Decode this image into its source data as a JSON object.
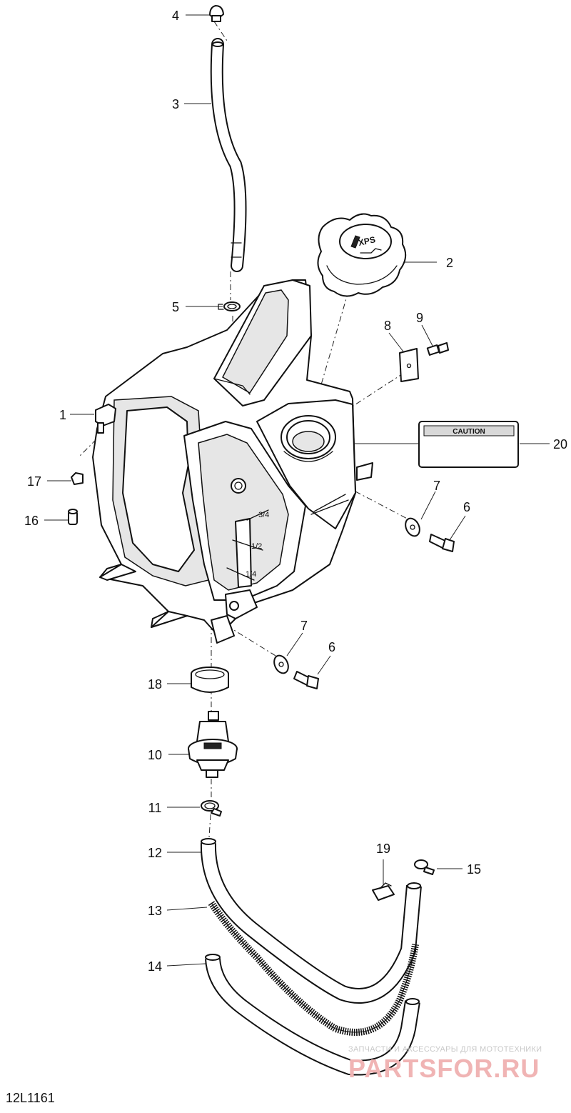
{
  "diagram": {
    "drawing_number": "12L1161",
    "caution_label": "CAUTION",
    "cap_logo": "XPS",
    "gauge_marks": [
      "3/4",
      "1/2",
      "1/4"
    ],
    "watermark_tagline": "ЗАПЧАСТИ И АКСЕССУАРЫ ДЛЯ МОТОТЕХНИКИ",
    "watermark_logo": "PARTSFOR.RU",
    "callouts": [
      {
        "id": "c4",
        "label": "4"
      },
      {
        "id": "c3",
        "label": "3"
      },
      {
        "id": "c2",
        "label": "2"
      },
      {
        "id": "c5",
        "label": "5"
      },
      {
        "id": "c8",
        "label": "8"
      },
      {
        "id": "c9",
        "label": "9"
      },
      {
        "id": "c1",
        "label": "1"
      },
      {
        "id": "c20",
        "label": "20"
      },
      {
        "id": "c17",
        "label": "17"
      },
      {
        "id": "c7a",
        "label": "7"
      },
      {
        "id": "c6a",
        "label": "6"
      },
      {
        "id": "c16",
        "label": "16"
      },
      {
        "id": "c7b",
        "label": "7"
      },
      {
        "id": "c6b",
        "label": "6"
      },
      {
        "id": "c18",
        "label": "18"
      },
      {
        "id": "c10",
        "label": "10"
      },
      {
        "id": "c11",
        "label": "11"
      },
      {
        "id": "c12",
        "label": "12"
      },
      {
        "id": "c19",
        "label": "19"
      },
      {
        "id": "c15",
        "label": "15"
      },
      {
        "id": "c13",
        "label": "13"
      },
      {
        "id": "c14",
        "label": "14"
      }
    ]
  }
}
